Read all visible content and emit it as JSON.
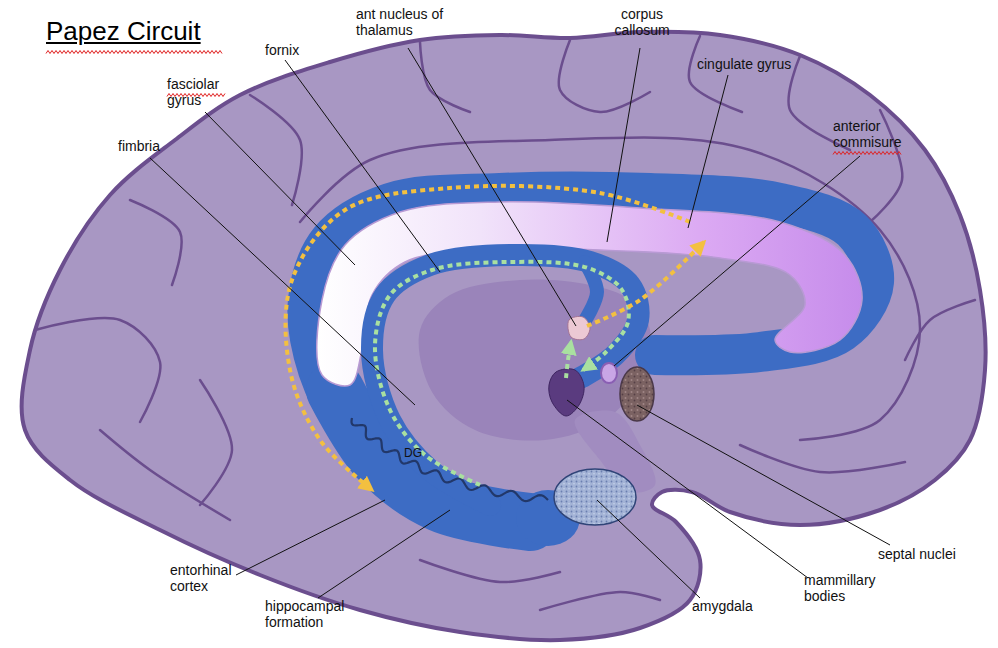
{
  "diagram": {
    "title": "Papez Circuit",
    "labels": [
      "ant nucleus of thalamus",
      "corpus callosum",
      "fornix",
      "cingulate gyrus",
      "fasciolar gyrus",
      "anterior commisure",
      "fimbria",
      "DG",
      "entorhinal cortex",
      "septal nuclei",
      "mammillary bodies",
      "hippocampal formation",
      "amygdala"
    ]
  }
}
